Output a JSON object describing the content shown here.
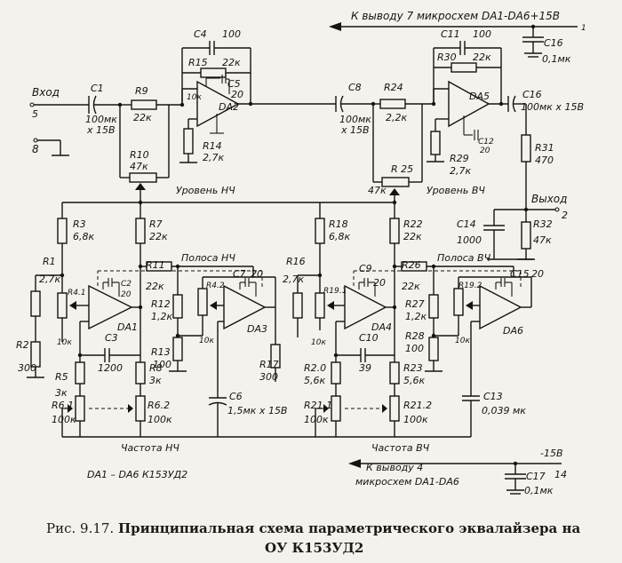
{
  "labels": {
    "c4": "C4",
    "c4v": "100",
    "r15": "R15",
    "r15v": "22к",
    "c5": "C5",
    "c5v": "20",
    "vhod": "Вход",
    "in_pin": "5",
    "c1": "C1",
    "c1v": "100мк",
    "c1v2": "x 15В",
    "r9": "R9",
    "r9v": "22к",
    "da2": "DA2",
    "r14": "R14",
    "r14v": "2,7к",
    "r10": "R10",
    "r10v": "47к",
    "lvl_lf": "Уровень НЧ",
    "gnd_pin": "8",
    "r3": "R3",
    "r3v": "6,8к",
    "r7": "R7",
    "r7v": "22к",
    "r1": "R1",
    "r1v": "2,7к",
    "r4_1": "R4.1",
    "c2": "C2",
    "c2v": "20",
    "da1": "DA1",
    "r2": "R2",
    "r2v": "300",
    "c3": "C3",
    "c3v": "1200",
    "r11": "R11",
    "r11v": "22к",
    "band_lf": "Полоса НЧ",
    "r4_2": "R4.2",
    "c7": "C7",
    "c7v": "20",
    "r12": "R12",
    "r12v": "1,2к",
    "r13": "R13",
    "r13v": "100",
    "da3": "DA3",
    "r17": "R17",
    "r17v": "300",
    "r5": "R5",
    "r5v": "3к",
    "r8": "R8",
    "r8v": "3к",
    "r6_1": "R6.1",
    "r6_1v": "100к",
    "r6_2": "R6.2",
    "r6_2v": "100к",
    "c6": "C6",
    "c6v": "1,5мк х 15В",
    "freq_lf": "Частота  НЧ",
    "ic_type": "DA1 – DA6   К153УД2",
    "k10": "10к",
    "top_note": "К выводу 7   микросхем DA1-DA6+15В",
    "c11": "C11",
    "c11v": "100",
    "r30": "R30",
    "r30v": "22к",
    "c16": "C16",
    "c16v": "0,1мк",
    "c8": "C8",
    "c8v": "100мк",
    "c8v2": "x 15В",
    "r24": "R24",
    "r24v": "2,2к",
    "da5": "DA5",
    "c15out": "C16",
    "c15outv": "100мк х 15В",
    "c12": "C12",
    "c12v": "20",
    "r29": "R29",
    "r29v": "2,7к",
    "r25": "R 25",
    "r25v": "47к",
    "lvl_hf": "Уровень ВЧ",
    "r31": "R31",
    "r31v": "470",
    "vyhod": "Выход",
    "out_pin": "2",
    "r18": "R18",
    "r18v": "6,8к",
    "r22": "R22",
    "r22v": "22к",
    "c14": "C14",
    "c14v": "1000",
    "r32": "R32",
    "r32v": "47к",
    "r16": "R16",
    "r16v": "2,7к",
    "r19_1": "R19.1",
    "c9": "C9",
    "c9v": "20",
    "da4": "DA4",
    "r26": "R26",
    "r26v": "22к",
    "band_hf": "Полоса ВЧ",
    "r19_2": "R19.2",
    "c15": "C15",
    "c15v": "20",
    "r27": "R27",
    "r27v": "1,2к",
    "da6": "DA6",
    "c10": "C10",
    "c10v": "39",
    "r28": "R28",
    "r28v": "100",
    "r20": "R2.0",
    "r20v": "5,6к",
    "r23": "R23",
    "r23v": "5,6к",
    "c13": "C13",
    "c13v": "0,039 мк",
    "r21_1": "R21.1",
    "r21_1v": "100к",
    "r21_2": "R21.2",
    "r21_2v": "100к",
    "freq_hf": "Частота  ВЧ",
    "bot_note1": "К выводу 4",
    "bot_note2": "микросхем DA1-DA6",
    "neg15": "-15В",
    "c17": "C17",
    "c17v": "0,1мк",
    "pin14": "14",
    "pin1": "1"
  },
  "caption": {
    "prefix": "Рис. 9.17. ",
    "line1": "Принципиальная схема параметрического эквалайзера на",
    "line2": "ОУ К153УД2"
  }
}
